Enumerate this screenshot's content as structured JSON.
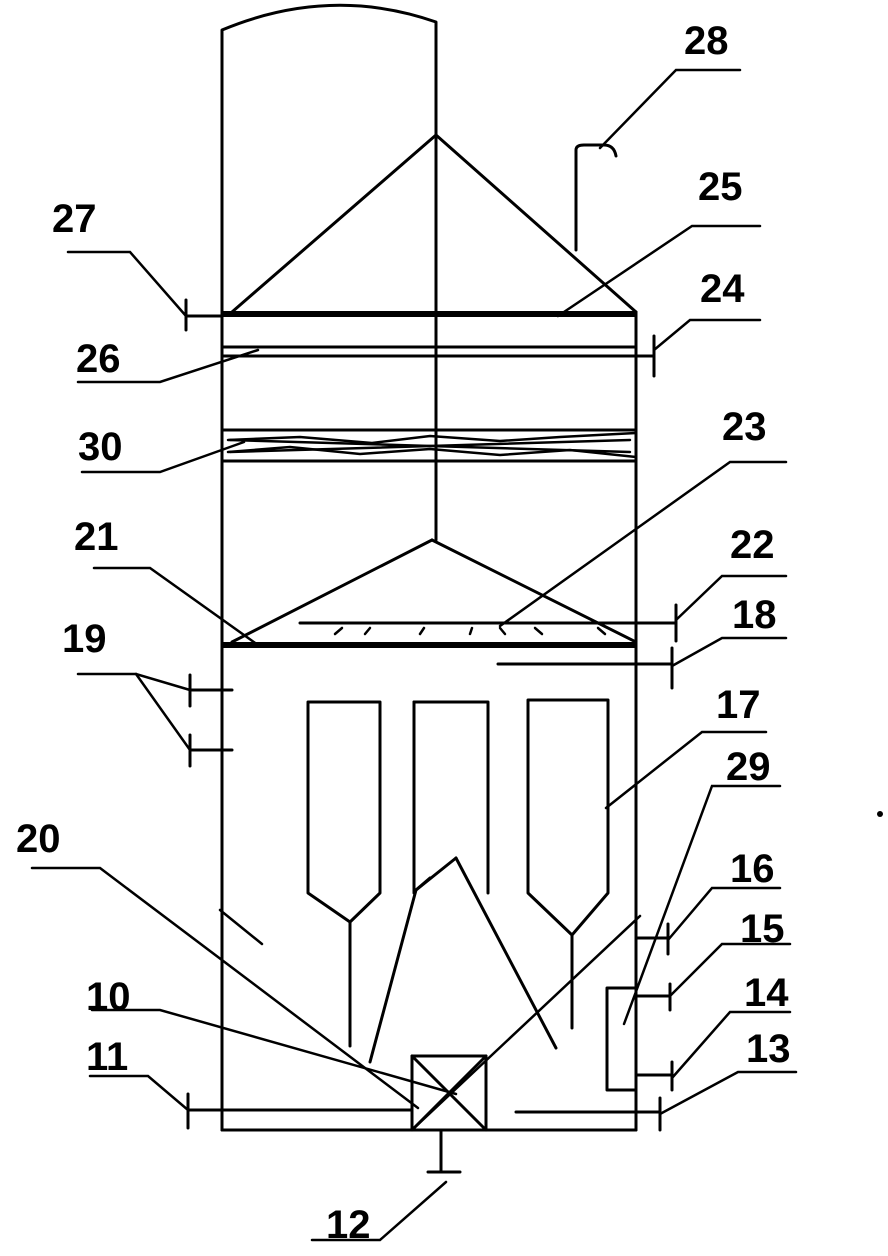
{
  "labels": {
    "l10": "10",
    "l11": "11",
    "l12": "12",
    "l13": "13",
    "l14": "14",
    "l15": "15",
    "l16": "16",
    "l17": "17",
    "l18": "18",
    "l19": "19",
    "l20": "20",
    "l21": "21",
    "l22": "22",
    "l23": "23",
    "l24": "24",
    "l25": "25",
    "l26": "26",
    "l27": "27",
    "l28": "28",
    "l29": "29",
    "l30": "30"
  }
}
